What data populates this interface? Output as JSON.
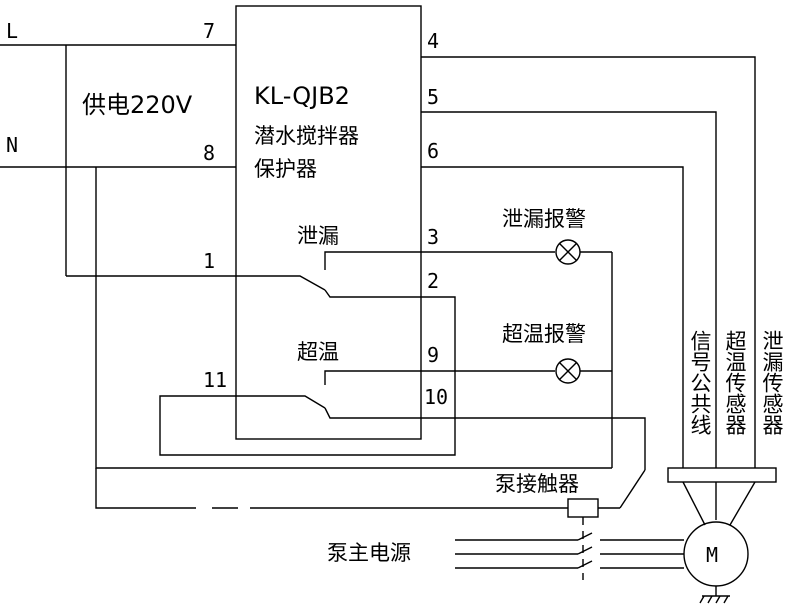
{
  "supply": {
    "line_l": "L",
    "line_n": "N",
    "power_label": "供电220V"
  },
  "controller": {
    "model": "KL-QJB2",
    "name_line1": "潜水搅拌器",
    "name_line2": "保护器"
  },
  "terminals": {
    "t7": "7",
    "t8": "8",
    "t1": "1",
    "t11": "11",
    "t4": "4",
    "t5": "5",
    "t6": "6",
    "t3": "3",
    "t2": "2",
    "t9": "9",
    "t10": "10"
  },
  "relays": {
    "leak": "泄漏",
    "overtemp": "超温"
  },
  "alarms": {
    "leak_alarm": "泄漏报警",
    "overtemp_alarm": "超温报警"
  },
  "sensors": {
    "leak_sensor": "泄漏传感器",
    "overtemp_sensor": "超温传感器",
    "signal_common": "信号公共线"
  },
  "pump": {
    "contactor": "泵接触器",
    "main_power": "泵主电源",
    "motor": "M"
  }
}
